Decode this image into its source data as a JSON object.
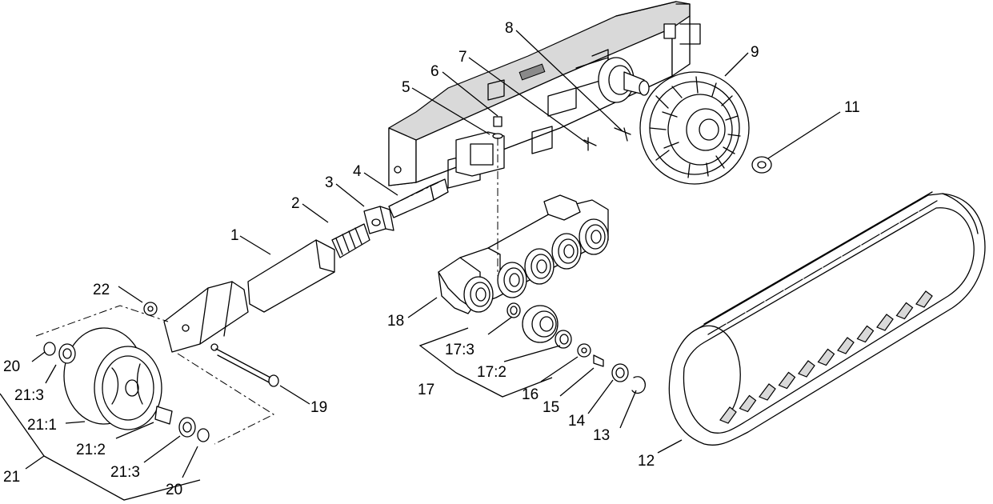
{
  "diagram": {
    "labels": {
      "p1": "1",
      "p2": "2",
      "p3": "3",
      "p4": "4",
      "p5": "5",
      "p6": "6",
      "p7": "7",
      "p8": "8",
      "p9": "9",
      "p11": "11",
      "p12": "12",
      "p13": "13",
      "p14": "14",
      "p15": "15",
      "p16": "16",
      "p17": "17",
      "p17_2": "17:2",
      "p17_3": "17:3",
      "p18": "18",
      "p19": "19",
      "p20a": "20",
      "p20b": "20",
      "p21": "21",
      "p21_1": "21:1",
      "p21_2": "21:2",
      "p21_3a": "21:3",
      "p21_3b": "21:3",
      "p22": "22"
    }
  }
}
